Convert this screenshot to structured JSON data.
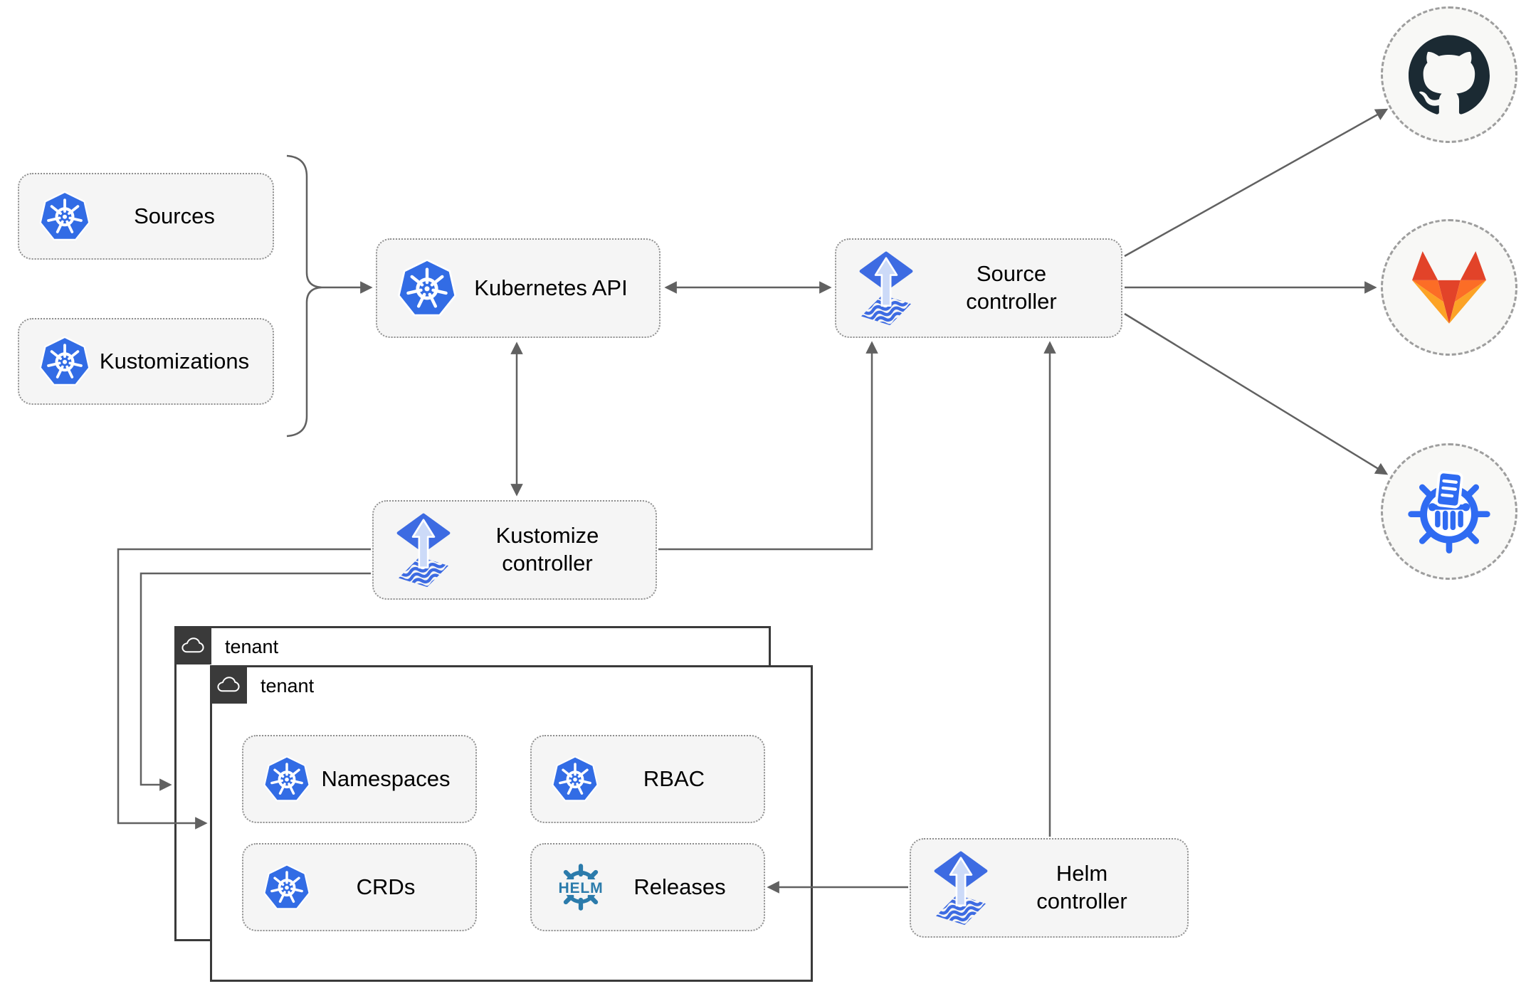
{
  "diagram": {
    "nodes": {
      "sources": {
        "label": "Sources"
      },
      "kustomizations": {
        "label": "Kustomizations"
      },
      "kubernetes_api": {
        "label": "Kubernetes API"
      },
      "source_controller": {
        "label": "Source controller"
      },
      "kustomize_controller": {
        "label": "Kustomize controller"
      },
      "helm_controller": {
        "label": "Helm controller"
      },
      "namespaces": {
        "label": "Namespaces"
      },
      "rbac": {
        "label": "RBAC"
      },
      "crds": {
        "label": "CRDs"
      },
      "releases": {
        "label": "Releases"
      }
    },
    "tenants": {
      "outer": {
        "label": "tenant"
      },
      "inner": {
        "label": "tenant"
      }
    },
    "icons": {
      "kubernetes": "kubernetes-icon",
      "flux": "flux-icon",
      "helm": "helm-wheel-icon",
      "helm_wheel_text": "HELM",
      "cloud": "cloud-icon",
      "github": "github-icon",
      "gitlab": "gitlab-icon",
      "chartmuseum": "chartmuseum-icon"
    },
    "colors": {
      "kubernetes_blue": "#326ce5",
      "flux_blue": "#3d6be2",
      "flux_arrow_light": "#ccdaf8",
      "helm_teal": "#2b7bab",
      "chartmuseum_blue": "#2f6bf2",
      "github_dark": "#1b2a33",
      "gitlab_red": "#e24329",
      "gitlab_orange": "#fc6d26",
      "gitlab_amber": "#fca326",
      "node_fill": "#f5f5f5",
      "dotted_border": "#8f8f8f",
      "tenant_border": "#3a3a3a",
      "connector": "#616161"
    }
  }
}
